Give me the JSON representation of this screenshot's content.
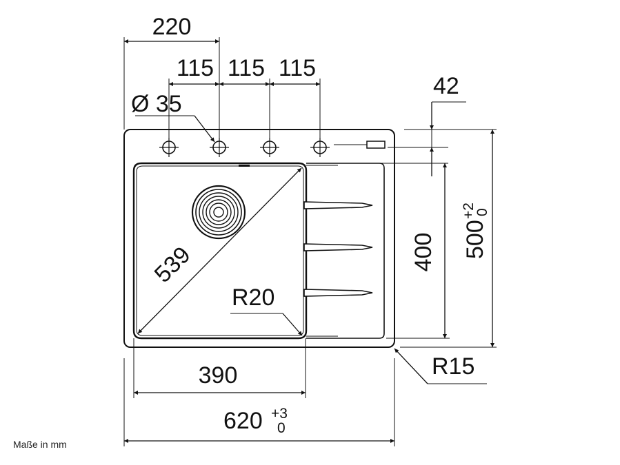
{
  "dimensions": {
    "top_width": "220",
    "tap_spacing_1": "115",
    "tap_spacing_2": "115",
    "tap_spacing_3": "115",
    "hole_diameter": "Ø 35",
    "rim_offset": "42",
    "bowl_diagonal": "539",
    "bowl_radius": "R20",
    "inner_height": "400",
    "outer_height": "500",
    "outer_height_tol_upper": "+2",
    "outer_height_tol_lower": "0",
    "corner_radius": "R15",
    "bowl_width": "390",
    "outer_width": "620",
    "outer_width_tol_upper": "+3",
    "outer_width_tol_lower": "0"
  },
  "footer": {
    "units_note": "Maße in mm"
  }
}
